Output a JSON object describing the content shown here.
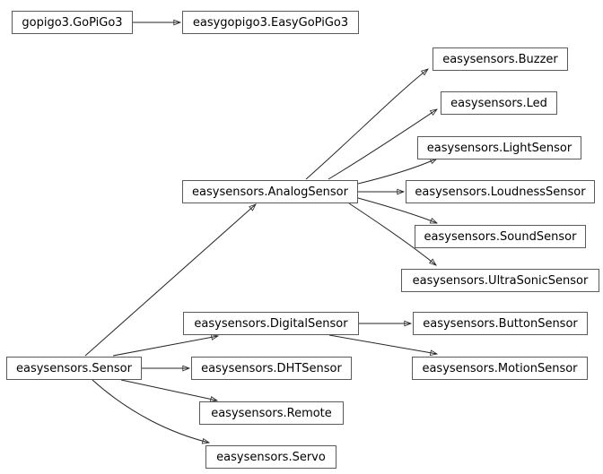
{
  "diagram": {
    "type": "inheritance-diagram",
    "nodes": [
      {
        "id": "gopigo3.GoPiGo3",
        "label": "gopigo3.GoPiGo3"
      },
      {
        "id": "easygopigo3.EasyGoPiGo3",
        "label": "easygopigo3.EasyGoPiGo3"
      },
      {
        "id": "easysensors.Buzzer",
        "label": "easysensors.Buzzer"
      },
      {
        "id": "easysensors.Led",
        "label": "easysensors.Led"
      },
      {
        "id": "easysensors.LightSensor",
        "label": "easysensors.LightSensor"
      },
      {
        "id": "easysensors.AnalogSensor",
        "label": "easysensors.AnalogSensor"
      },
      {
        "id": "easysensors.LoudnessSensor",
        "label": "easysensors.LoudnessSensor"
      },
      {
        "id": "easysensors.SoundSensor",
        "label": "easysensors.SoundSensor"
      },
      {
        "id": "easysensors.UltraSonicSensor",
        "label": "easysensors.UltraSonicSensor"
      },
      {
        "id": "easysensors.DigitalSensor",
        "label": "easysensors.DigitalSensor"
      },
      {
        "id": "easysensors.ButtonSensor",
        "label": "easysensors.ButtonSensor"
      },
      {
        "id": "easysensors.Sensor",
        "label": "easysensors.Sensor"
      },
      {
        "id": "easysensors.DHTSensor",
        "label": "easysensors.DHTSensor"
      },
      {
        "id": "easysensors.MotionSensor",
        "label": "easysensors.MotionSensor"
      },
      {
        "id": "easysensors.Remote",
        "label": "easysensors.Remote"
      },
      {
        "id": "easysensors.Servo",
        "label": "easysensors.Servo"
      }
    ],
    "edges": [
      {
        "from": "gopigo3.GoPiGo3",
        "to": "easygopigo3.EasyGoPiGo3"
      },
      {
        "from": "easysensors.AnalogSensor",
        "to": "easysensors.Buzzer"
      },
      {
        "from": "easysensors.AnalogSensor",
        "to": "easysensors.Led"
      },
      {
        "from": "easysensors.AnalogSensor",
        "to": "easysensors.LightSensor"
      },
      {
        "from": "easysensors.AnalogSensor",
        "to": "easysensors.LoudnessSensor"
      },
      {
        "from": "easysensors.AnalogSensor",
        "to": "easysensors.SoundSensor"
      },
      {
        "from": "easysensors.AnalogSensor",
        "to": "easysensors.UltraSonicSensor"
      },
      {
        "from": "easysensors.DigitalSensor",
        "to": "easysensors.ButtonSensor"
      },
      {
        "from": "easysensors.DigitalSensor",
        "to": "easysensors.MotionSensor"
      },
      {
        "from": "easysensors.Sensor",
        "to": "easysensors.AnalogSensor"
      },
      {
        "from": "easysensors.Sensor",
        "to": "easysensors.DigitalSensor"
      },
      {
        "from": "easysensors.Sensor",
        "to": "easysensors.DHTSensor"
      },
      {
        "from": "easysensors.Sensor",
        "to": "easysensors.Remote"
      },
      {
        "from": "easysensors.Sensor",
        "to": "easysensors.Servo"
      }
    ],
    "colors": {
      "background": "#ffffff",
      "node_fill": "#ffffff",
      "node_border": "#5a5a5a",
      "text": "#000000",
      "edge": "#262626"
    }
  }
}
